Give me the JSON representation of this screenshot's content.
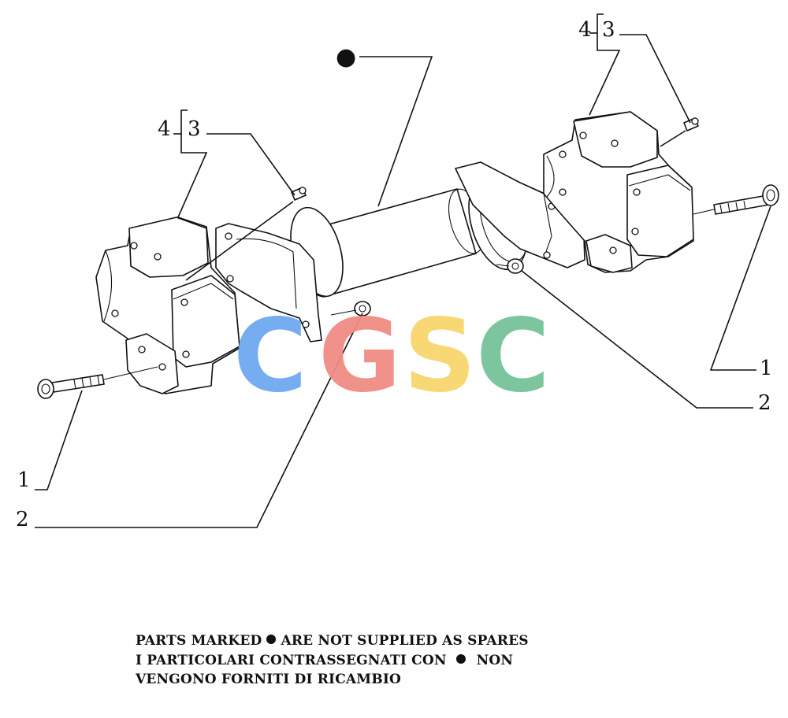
{
  "callouts": {
    "top_dot": "●",
    "left_group": {
      "n4": "4",
      "n3": "3"
    },
    "right_group": {
      "n4": "4",
      "n3": "3"
    },
    "right_1": "1",
    "right_2": "2",
    "left_1": "1",
    "left_2": "2"
  },
  "watermark": {
    "letters": [
      "C",
      "G",
      "S",
      "C"
    ],
    "colors": [
      "#6fa8f0",
      "#f08c84",
      "#f7d66e",
      "#76c29a"
    ]
  },
  "notes": {
    "line1_a": "PARTS MARKED",
    "line1_b": "ARE NOT SUPPLIED AS SPARES",
    "line2_a": "I PARTICOLARI CONTRASSEGNATI CON",
    "line2_b": "NON",
    "line3": "VENGONO FORNITI DI RICAMBIO"
  }
}
